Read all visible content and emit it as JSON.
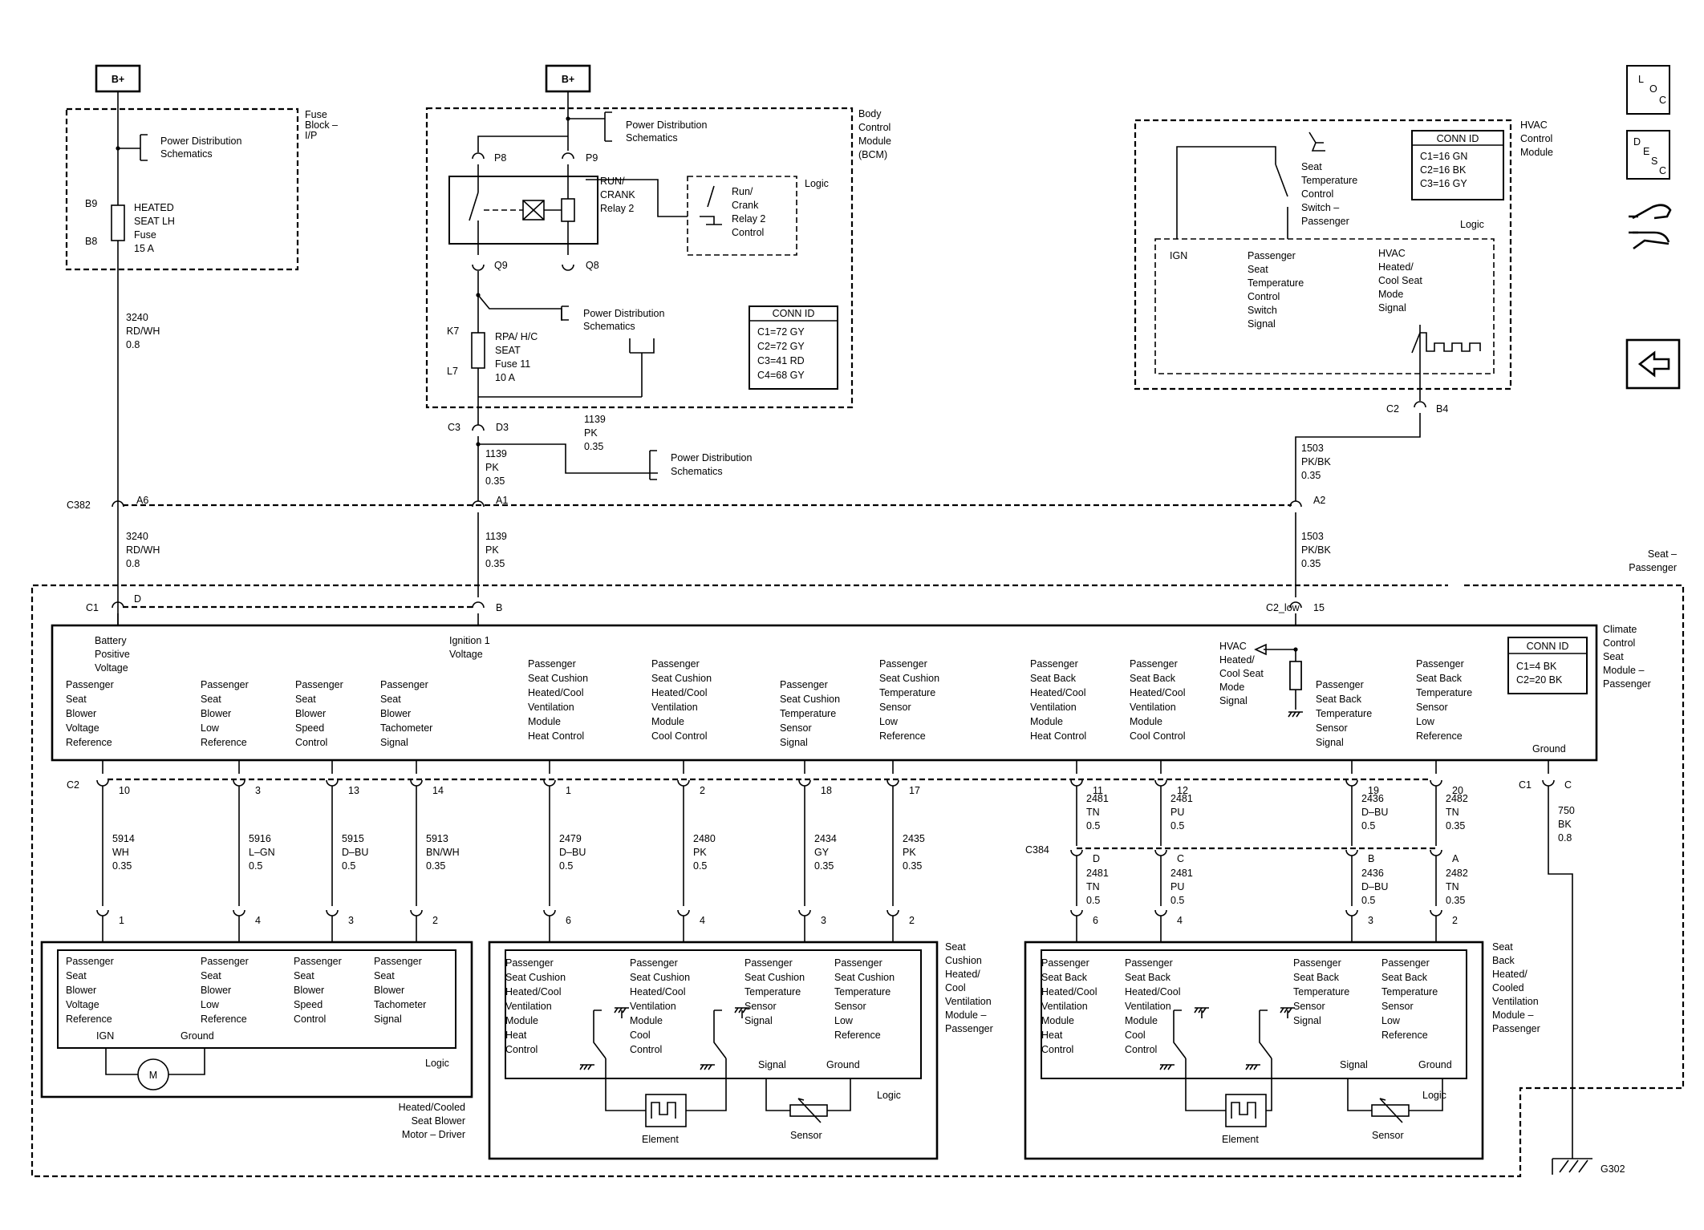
{
  "legend_icons": {
    "loc": {
      "l": "L",
      "o": "O",
      "c": "C"
    },
    "desc": {
      "d": "D",
      "e": "E",
      "s": "S",
      "c": "C"
    },
    "icons": [
      "loc-icon",
      "desc-icon",
      "hand-schematic-icon",
      "back-arrow-icon"
    ]
  },
  "power": {
    "left_label": "B+",
    "mid_label": "B+"
  },
  "fuse_block": {
    "name": [
      "Fuse",
      "Block –",
      "I/P"
    ],
    "power_dist": [
      "Power Distribution",
      "Schematics"
    ],
    "pins": [
      "B9",
      "B8"
    ],
    "fuse": [
      "HEATED",
      "SEAT LH",
      "Fuse",
      "15 A"
    ]
  },
  "bcm": {
    "name": [
      "Body",
      "Control",
      "Module",
      "(BCM)"
    ],
    "power_dist_top": [
      "Power Distribution",
      "Schematics"
    ],
    "pins_top": [
      "P8",
      "P9"
    ],
    "relay": [
      "RUN/",
      "CRANK",
      "Relay 2"
    ],
    "logic": "Logic",
    "relay_control": [
      "Run/",
      "Crank",
      "Relay 2",
      "Control"
    ],
    "pins_mid": [
      "Q9",
      "Q8"
    ],
    "power_dist_mid": [
      "Power Distribution",
      "Schematics"
    ],
    "pins_fuse": [
      "K7",
      "L7"
    ],
    "fuse": [
      "RPA/ H/C",
      "SEAT",
      "Fuse 11",
      "10 A"
    ],
    "conn_title": "CONN ID",
    "conn": [
      "C1=72 GY",
      "C2=72 GY",
      "C3=41 RD",
      "C4=68 GY"
    ]
  },
  "bcm_out": {
    "c3": "C3",
    "d3": "D3",
    "wire_a": [
      "1139",
      "PK",
      "0.35"
    ],
    "wire_b": [
      "1139",
      "PK",
      "0.35"
    ],
    "power_dist": [
      "Power Distribution",
      "Schematics"
    ]
  },
  "hvac": {
    "name": [
      "HVAC",
      "Control",
      "Module"
    ],
    "conn_title": "CONN ID",
    "conn": [
      "C1=16 GN",
      "C2=16 BK",
      "C3=16 GY"
    ],
    "switch": [
      "Seat",
      "Temperature",
      "Control",
      "Switch –",
      "Passenger"
    ],
    "logic": "Logic",
    "ign": "IGN",
    "signal": [
      "Passenger",
      "Seat",
      "Temperature",
      "Control",
      "Switch",
      "Signal"
    ],
    "mode": [
      "HVAC",
      "Heated/",
      "Cool Seat",
      "Mode",
      "Signal"
    ],
    "pins": [
      "C2",
      "B4"
    ],
    "wire": [
      "1503",
      "PK/BK",
      "0.35"
    ]
  },
  "upper_wires": {
    "fuse_wire": [
      "3240",
      "RD/WH",
      "0.8"
    ]
  },
  "c382": {
    "name": "C382",
    "a6": "A6",
    "a1": "A1",
    "a2": "A2",
    "wire1": [
      "3240",
      "RD/WH",
      "0.8"
    ],
    "wire2": [
      "1139",
      "PK",
      "0.35"
    ],
    "wire3": [
      "1503",
      "PK/BK",
      "0.35"
    ]
  },
  "seat_passenger": {
    "name": [
      "Seat –",
      "Passenger"
    ]
  },
  "ccsm": {
    "name": [
      "Climate",
      "Control",
      "Seat",
      "Module –",
      "Passenger"
    ],
    "c1": "C1",
    "d": "D",
    "b": "B",
    "c2": "C2_low",
    "p15": "15",
    "battery": [
      "Battery",
      "Positive",
      "Voltage"
    ],
    "ignition": [
      "Ignition 1",
      "Voltage"
    ],
    "hvac_mode": [
      "HVAC",
      "Heated/",
      "Cool Seat",
      "Mode",
      "Signal"
    ],
    "conn_title": "CONN ID",
    "conn": [
      "C1=4 BK",
      "C2=20 BK"
    ],
    "circuits": [
      {
        "label": [
          "Passenger",
          "Seat",
          "Blower",
          "Voltage",
          "Reference"
        ],
        "pin": "10",
        "wire": [
          "5914",
          "WH",
          "0.35"
        ],
        "end_pin": "1"
      },
      {
        "label": [
          "Passenger",
          "Seat",
          "Blower",
          "Low",
          "Reference"
        ],
        "pin": "3",
        "wire": [
          "5916",
          "L–GN",
          "0.5"
        ],
        "end_pin": "4"
      },
      {
        "label": [
          "Passenger",
          "Seat",
          "Blower",
          "Speed",
          "Control"
        ],
        "pin": "13",
        "wire": [
          "5915",
          "D–BU",
          "0.5"
        ],
        "end_pin": "3"
      },
      {
        "label": [
          "Passenger",
          "Seat",
          "Blower",
          "Tachometer",
          "Signal"
        ],
        "pin": "14",
        "wire": [
          "5913",
          "BN/WH",
          "0.35"
        ],
        "end_pin": "2"
      },
      {
        "label": [
          "Passenger",
          "Seat Cushion",
          "Heated/Cool",
          "Ventilation",
          "Module",
          "Heat Control"
        ],
        "pin": "1",
        "wire": [
          "2479",
          "D–BU",
          "0.5"
        ],
        "end_pin": "6"
      },
      {
        "label": [
          "Passenger",
          "Seat Cushion",
          "Heated/Cool",
          "Ventilation",
          "Module",
          "Cool Control"
        ],
        "pin": "2",
        "wire": [
          "2480",
          "PK",
          "0.5"
        ],
        "end_pin": "4"
      },
      {
        "label": [
          "Passenger",
          "Seat Cushion",
          "Temperature",
          "Sensor",
          "Signal"
        ],
        "pin": "18",
        "wire": [
          "2434",
          "GY",
          "0.35"
        ],
        "end_pin": "3"
      },
      {
        "label": [
          "Passenger",
          "Seat Cushion",
          "Temperature",
          "Sensor",
          "Low",
          "Reference"
        ],
        "pin": "17",
        "wire": [
          "2435",
          "PK",
          "0.35"
        ],
        "end_pin": "2"
      },
      {
        "label": [
          "Passenger",
          "Seat Back",
          "Heated/Cool",
          "Ventilation",
          "Module",
          "Heat Control"
        ],
        "pin": "11",
        "wire": [
          "2481",
          "TN",
          "0.5"
        ],
        "c384": "D",
        "wire2": [
          "2481",
          "TN",
          "0.5"
        ],
        "end_pin": "6"
      },
      {
        "label": [
          "Passenger",
          "Seat Back",
          "Heated/Cool",
          "Ventilation",
          "Module",
          "Cool Control"
        ],
        "pin": "12",
        "wire": [
          "2481",
          "PU",
          "0.5"
        ],
        "c384": "C",
        "wire2": [
          "2481",
          "PU",
          "0.5"
        ],
        "end_pin": "4"
      },
      {
        "label": [
          "Passenger",
          "Seat Back",
          "Temperature",
          "Sensor",
          "Signal"
        ],
        "pin": "19",
        "wire": [
          "2436",
          "D–BU",
          "0.5"
        ],
        "c384": "B",
        "wire2": [
          "2436",
          "D–BU",
          "0.5"
        ],
        "end_pin": "3"
      },
      {
        "label": [
          "Passenger",
          "Seat Back",
          "Temperature",
          "Sensor",
          "Low",
          "Reference"
        ],
        "pin": "20",
        "wire": [
          "2482",
          "TN",
          "0.35"
        ],
        "c384": "A",
        "wire2": [
          "2482",
          "TN",
          "0.35"
        ],
        "end_pin": "2"
      }
    ],
    "ground": "Ground",
    "ground_c1": "C1",
    "ground_c": "C",
    "ground_wire": [
      "750",
      "BK",
      "0.8"
    ]
  },
  "c2_low": "C2",
  "c384": "C384",
  "blower_motor": {
    "name": [
      "Heated/Cooled",
      "Seat Blower",
      "Motor – Driver"
    ],
    "labels": [
      [
        "Passenger",
        "Seat",
        "Blower",
        "Voltage",
        "Reference"
      ],
      [
        "Passenger",
        "Seat",
        "Blower",
        "Low",
        "Reference"
      ],
      [
        "Passenger",
        "Seat",
        "Blower",
        "Speed",
        "Control"
      ],
      [
        "Passenger",
        "Seat",
        "Blower",
        "Tachometer",
        "Signal"
      ]
    ],
    "ign": "IGN",
    "ground": "Ground",
    "motor": "M",
    "logic": "Logic"
  },
  "cushion_module": {
    "name": [
      "Seat",
      "Cushion",
      "Heated/",
      "Cool",
      "Ventilation",
      "Module –",
      "Passenger"
    ],
    "labels": [
      [
        "Passenger",
        "Seat Cushion",
        "Heated/Cool",
        "Ventilation",
        "Module",
        "Heat",
        "Control"
      ],
      [
        "Passenger",
        "Seat Cushion",
        "Heated/Cool",
        "Ventilation",
        "Module",
        "Cool",
        "Control"
      ],
      [
        "Passenger",
        "Seat Cushion",
        "Temperature",
        "Sensor",
        "Signal"
      ],
      [
        "Passenger",
        "Seat Cushion",
        "Temperature",
        "Sensor",
        "Low",
        "Reference"
      ]
    ],
    "signal": "Signal",
    "ground": "Ground",
    "logic": "Logic",
    "element": "Element",
    "sensor": "Sensor"
  },
  "back_module": {
    "name": [
      "Seat",
      "Back",
      "Heated/",
      "Cooled",
      "Ventilation",
      "Module –",
      "Passenger"
    ],
    "labels": [
      [
        "Passenger",
        "Seat Back",
        "Heated/Cool",
        "Ventilation",
        "Module",
        "Heat",
        "Control"
      ],
      [
        "Passenger",
        "Seat Back",
        "Heated/Cool",
        "Ventilation",
        "Module",
        "Cool",
        "Control"
      ],
      [
        "Passenger",
        "Seat Back",
        "Temperature",
        "Sensor",
        "Signal"
      ],
      [
        "Passenger",
        "Seat Back",
        "Temperature",
        "Sensor",
        "Low",
        "Reference"
      ]
    ],
    "signal": "Signal",
    "ground": "Ground",
    "logic": "Logic",
    "element": "Element",
    "sensor": "Sensor"
  },
  "ground_point": "G302"
}
